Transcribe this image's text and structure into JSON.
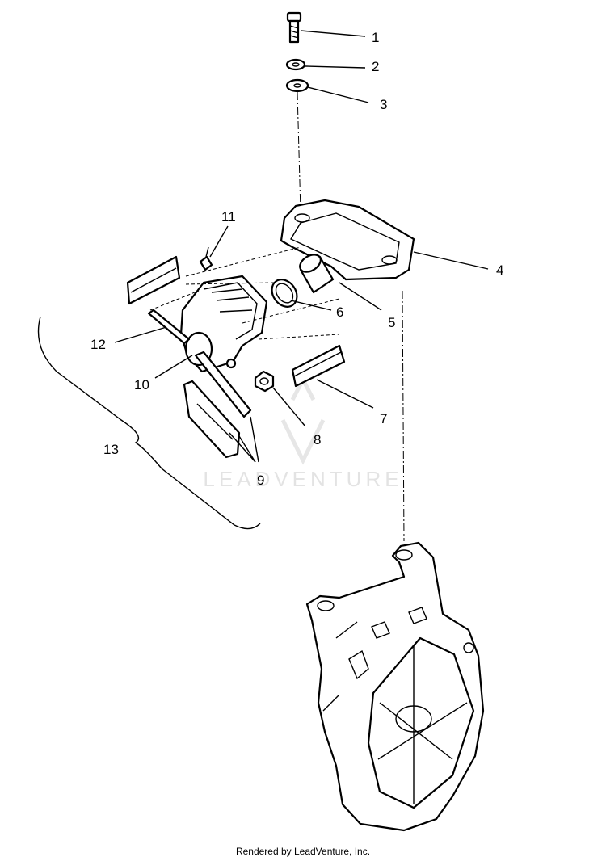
{
  "callouts": [
    {
      "id": "1",
      "label": "1"
    },
    {
      "id": "2",
      "label": "2"
    },
    {
      "id": "3",
      "label": "3"
    },
    {
      "id": "4",
      "label": "4"
    },
    {
      "id": "5",
      "label": "5"
    },
    {
      "id": "6",
      "label": "6"
    },
    {
      "id": "7",
      "label": "7"
    },
    {
      "id": "8",
      "label": "8"
    },
    {
      "id": "9",
      "label": "9"
    },
    {
      "id": "10",
      "label": "10"
    },
    {
      "id": "11",
      "label": "11"
    },
    {
      "id": "12",
      "label": "12"
    },
    {
      "id": "13",
      "label": "13"
    }
  ],
  "watermark": {
    "text": "LEADVENTURE"
  },
  "footer": {
    "text": "Rendered by LeadVenture, Inc."
  }
}
